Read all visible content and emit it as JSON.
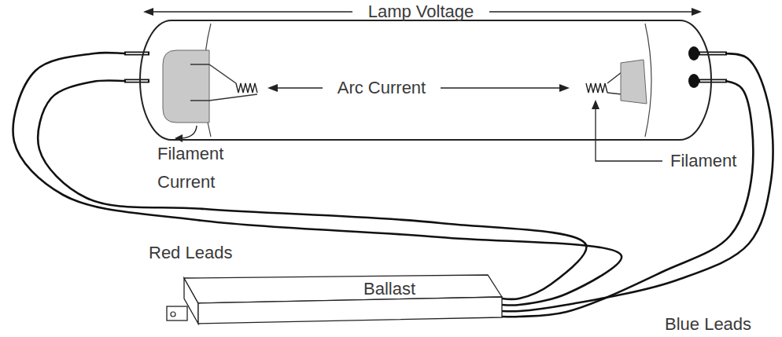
{
  "diagram": {
    "nodes": [
      {
        "text": [
          "Arc Current"
        ]
      },
      {
        "text": [
          "Ballast"
        ]
      }
    ],
    "edges": [
      {
        "from": 0,
        "to": 1,
        "arrow": "none",
        "label": "Red Leads"
      },
      {
        "from": 0,
        "to": 1,
        "arrow": "none",
        "label": "Blue Leads"
      }
    ],
    "labels": [
      "Lamp Voltage",
      "Filament Current",
      "Filament"
    ]
  }
}
